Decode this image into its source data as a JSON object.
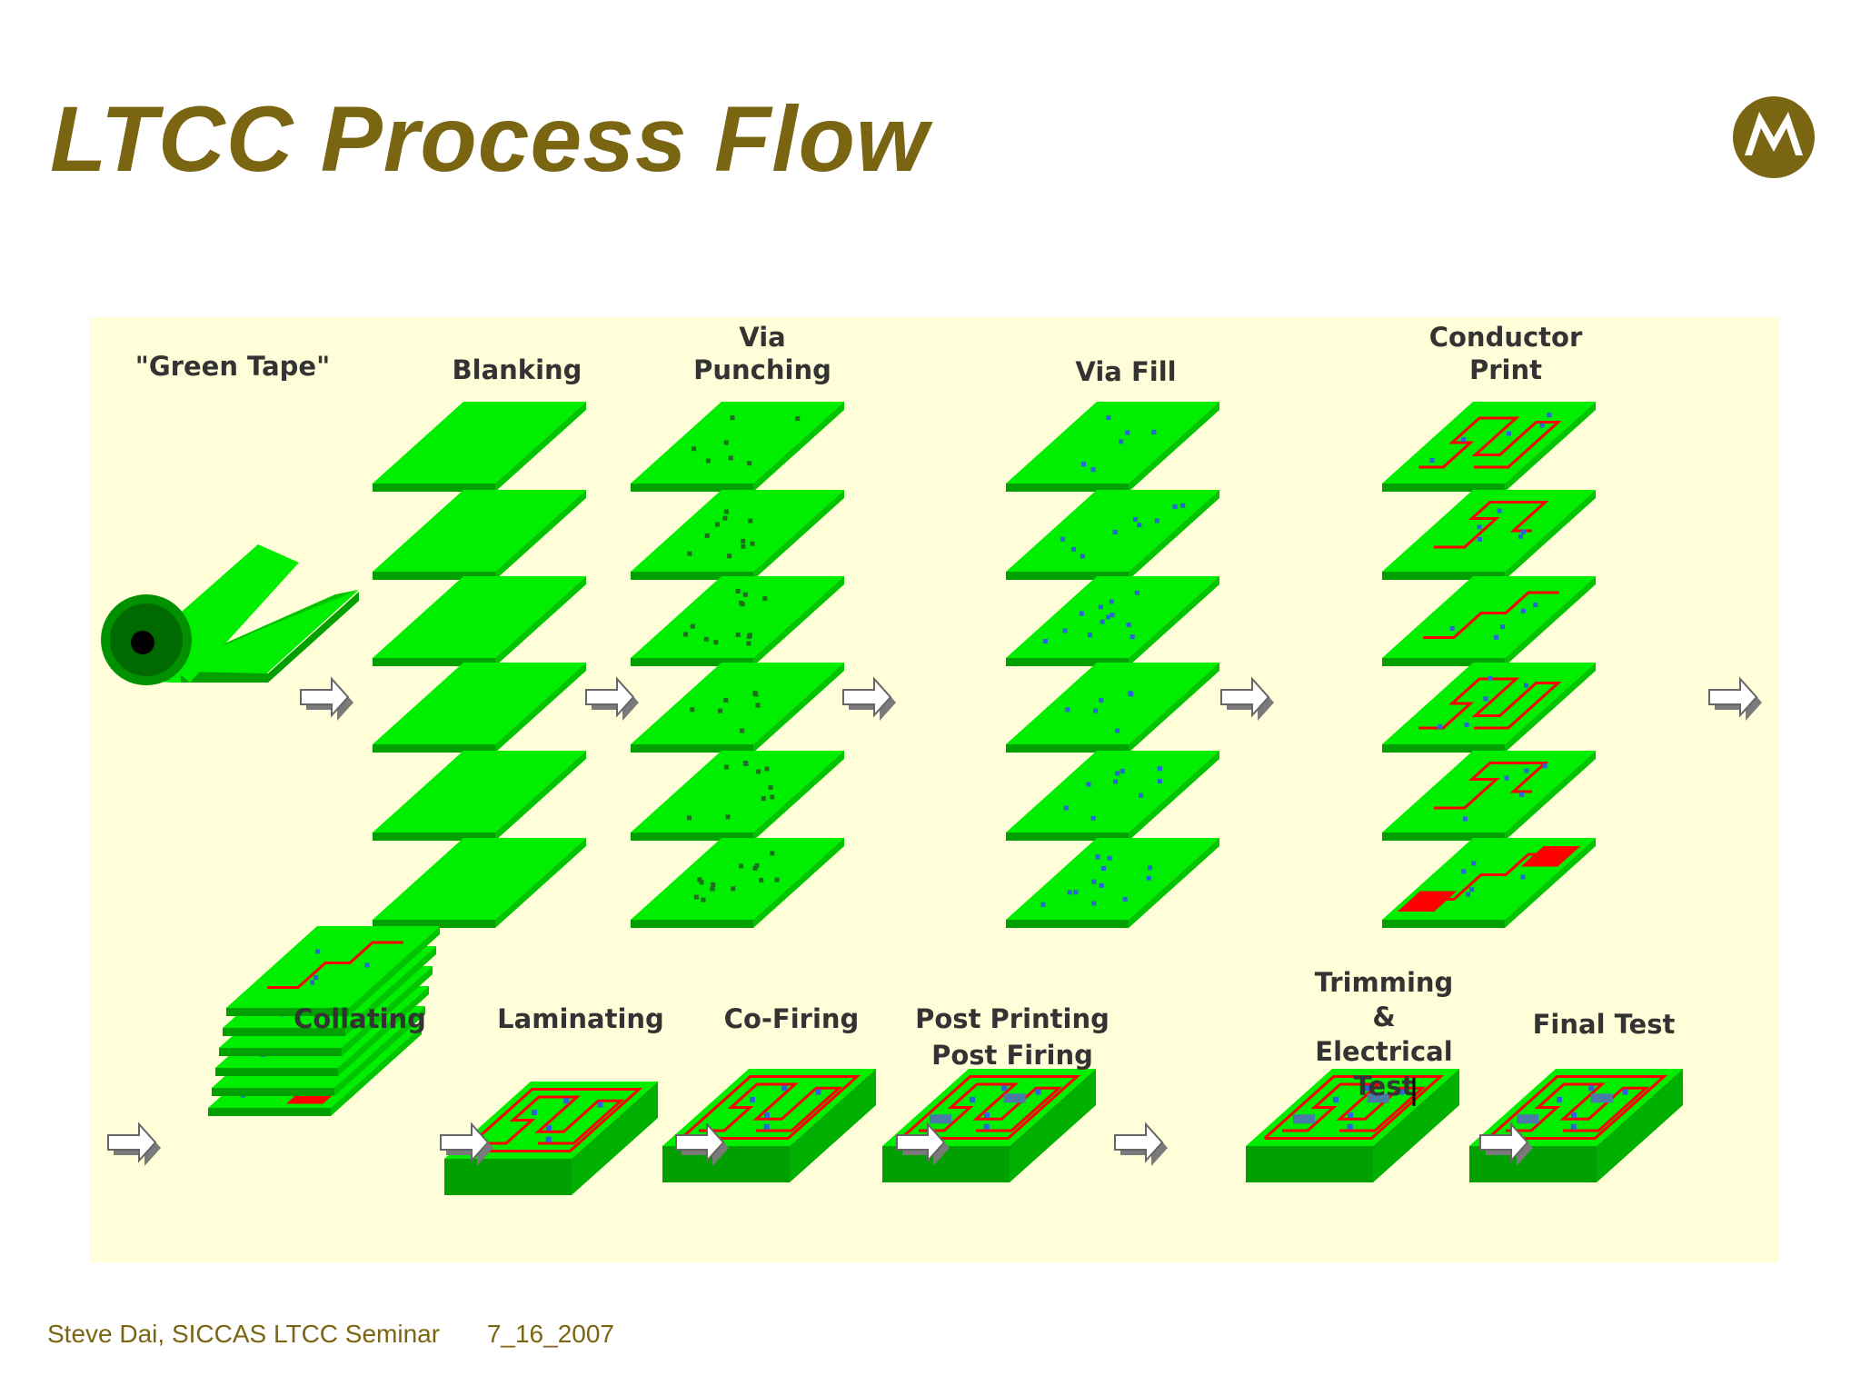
{
  "title": "LTCC Process Flow",
  "footer": {
    "author_event": "Steve Dai, SICCAS LTCC Seminar",
    "date": "7_16_2007"
  },
  "logo": {
    "icon": "motorola-logo-icon"
  },
  "colors": {
    "title": "#7a6612",
    "panel": "#fffed8",
    "tape": "#00ee00",
    "tape_edge": "#00a000",
    "via": "#2a64d8",
    "conductor": "#ff0000",
    "label": "#333333"
  },
  "steps_top": [
    {
      "lines": [
        "\"Green Tape\""
      ]
    },
    {
      "lines": [
        "Blanking"
      ]
    },
    {
      "lines": [
        "Via",
        "Punching"
      ]
    },
    {
      "lines": [
        "Via Fill"
      ]
    },
    {
      "lines": [
        "Conductor",
        "Print"
      ]
    }
  ],
  "steps_bottom": [
    {
      "lines": [
        "Collating"
      ]
    },
    {
      "lines": [
        "Laminating"
      ]
    },
    {
      "lines": [
        "Co-Firing"
      ]
    },
    {
      "lines": [
        "Post Printing",
        "Post Firing"
      ]
    },
    {
      "lines": [
        "Trimming",
        "&",
        "Electrical",
        "Test"
      ]
    },
    {
      "lines": [
        "Final Test"
      ]
    }
  ],
  "icons": {
    "flow_arrow": "arrow-right-icon",
    "tape_roll": "tape-roll-icon",
    "sheet": "green-sheet-icon",
    "block": "laminated-block-icon"
  }
}
